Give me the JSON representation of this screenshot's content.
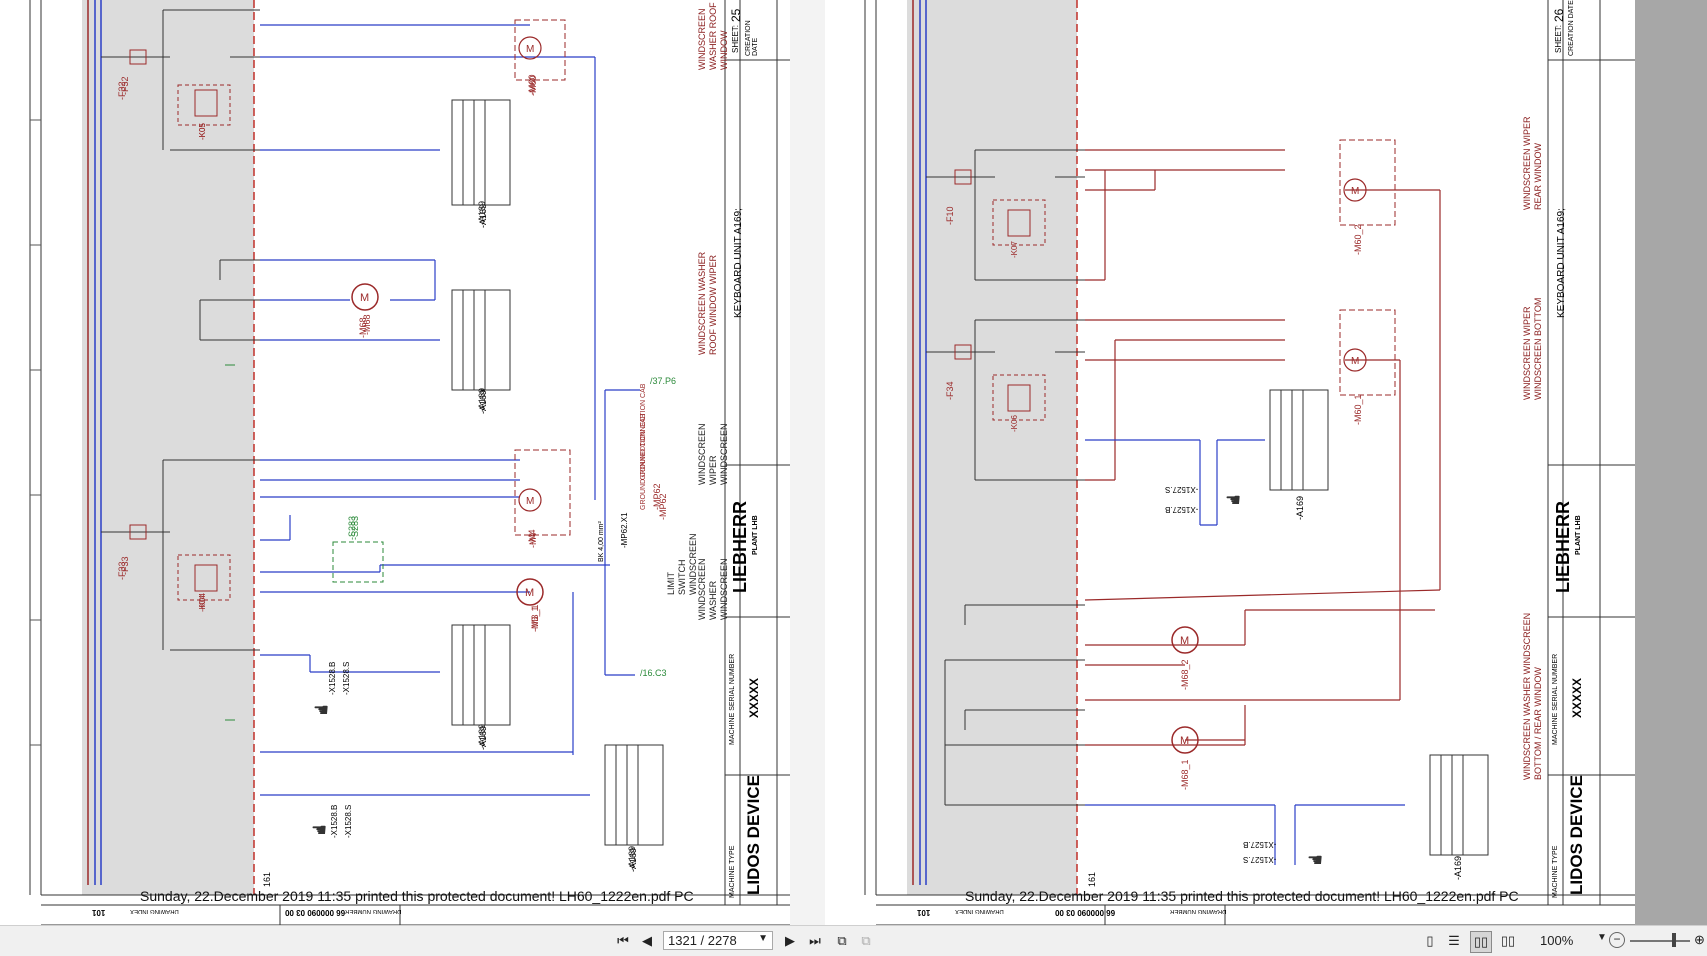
{
  "left_page": {
    "sheet_label": "SHEET:",
    "sheet_number": "25",
    "creation_date_label": "CREATION DATE",
    "brand": "LIEBHERR",
    "brand_sub": "PLANT LHB",
    "machine_type_label": "MACHINE TYPE",
    "machine_type": "LIDOS DEVICE",
    "serial_label": "MACHINE SERIAL NUMBER",
    "serial": "XXXXX",
    "keyboard_title": "KEYBOARD UNIT A169;",
    "drawing_number": "66 000090 03 00",
    "drawing_number_label": "DRAWING NUMBER",
    "drawing_index": "101",
    "drawing_index_label": "DRAWING INDEX",
    "page_no": "161",
    "function_labels": [
      "WINDSCREEN WASHER ROOF WINDOW",
      "WINDSCREEN WASHER ROOF WINDOW WIPER",
      "WINDSCREEN WIPER WINDSCREEN",
      "LIMIT SWITCH WINDSCREEN",
      "WINDSCREEN WASHER WINDSCREEN"
    ],
    "components": [
      "-F32",
      "-F33",
      "-K05",
      "-K04",
      "-M60",
      "-M68",
      "-M4",
      "-M3_1",
      "-S283",
      "-A169",
      "-A169",
      "-A169",
      "-A169",
      "-X1528.B",
      "-X1528.S",
      "-X1528.B",
      "-X1528.S",
      "-MP62",
      "-MP62.X1",
      "GROUND CONNECTION CAB",
      "/37.P6",
      "/16.C3",
      "BK 4,00 mm²"
    ],
    "print_note": "Sunday, 22.December 2019 11:35 printed this protected document! LH60_1222en.pdf PC"
  },
  "right_page": {
    "sheet_label": "SHEET:",
    "sheet_number": "26",
    "creation_date_label": "CREATION DATE",
    "brand": "LIEBHERR",
    "brand_sub": "PLANT LHB",
    "machine_type_label": "MACHINE TYPE",
    "machine_type": "LIDOS DEVICE",
    "serial_label": "MACHINE SERIAL NUMBER",
    "serial": "XXXXX",
    "keyboard_title": "KEYBOARD UNIT A169;",
    "drawing_number": "66 000090 03 00",
    "drawing_number_label": "DRAWING NUMBER",
    "drawing_index": "101",
    "drawing_index_label": "DRAWING INDEX",
    "page_no": "161",
    "function_labels": [
      "WINDSCREEN WIPER REAR WINDOW",
      "WINDSCREEN WIPER WINDSCREEN BOTTOM",
      "WINDSCREEN WASHER WINDSCREEN BOTTOM / REAR WINDOW"
    ],
    "components": [
      "-F10",
      "-F34",
      "-K07",
      "-K06",
      "-M60_2",
      "-M60_1",
      "-M68_2",
      "-M68_1",
      "-A169",
      "-A169",
      "-X1527.B",
      "-X1527.S",
      "-X1527.B",
      "-X1527.S"
    ],
    "print_note": "Sunday, 22.December 2019 11:35 printed this protected document! LH60_1222en.pdf PC"
  },
  "toolbar": {
    "page_field": "1321 / 2278",
    "zoom": "100%"
  },
  "colors": {
    "wire_blue": "#2b3fc7",
    "wire_red": "#9b2a2a",
    "frame_red": "#c0302a",
    "shaded_zone": "#dcdcdc"
  }
}
